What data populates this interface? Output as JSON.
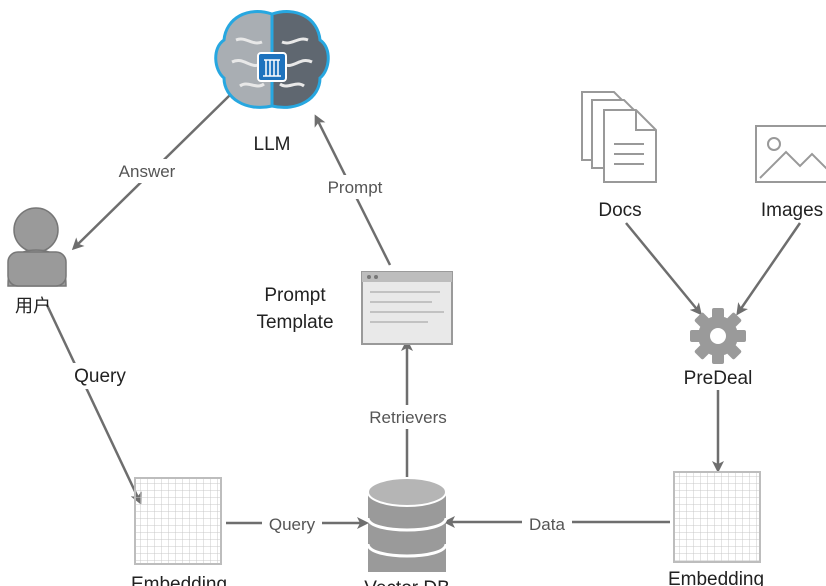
{
  "nodes": {
    "llm": "LLM",
    "user": "用户",
    "prompt_template_line1": "Prompt",
    "prompt_template_line2": "Template",
    "docs": "Docs",
    "images": "Images",
    "predeal": "PreDeal",
    "embedding_left": "Embedding",
    "vector_db": "Vector DB",
    "embedding_right": "Embedding"
  },
  "edges": {
    "answer": "Answer",
    "prompt": "Prompt",
    "query_user": "Query",
    "query_db": "Query",
    "retrievers": "Retrievers",
    "data": "Data"
  },
  "colors": {
    "arrow": "#6e6e6e",
    "brain_left": "#a9aeb3",
    "brain_right": "#5f6770",
    "brain_glow": "#27a7e0",
    "chip": "#1e73be",
    "icon_gray": "#999999"
  },
  "icons": [
    "brain-chip-icon",
    "user-icon",
    "template-window-icon",
    "documents-icon",
    "image-icon",
    "gear-icon",
    "grid-embedding-icon",
    "database-icon"
  ]
}
